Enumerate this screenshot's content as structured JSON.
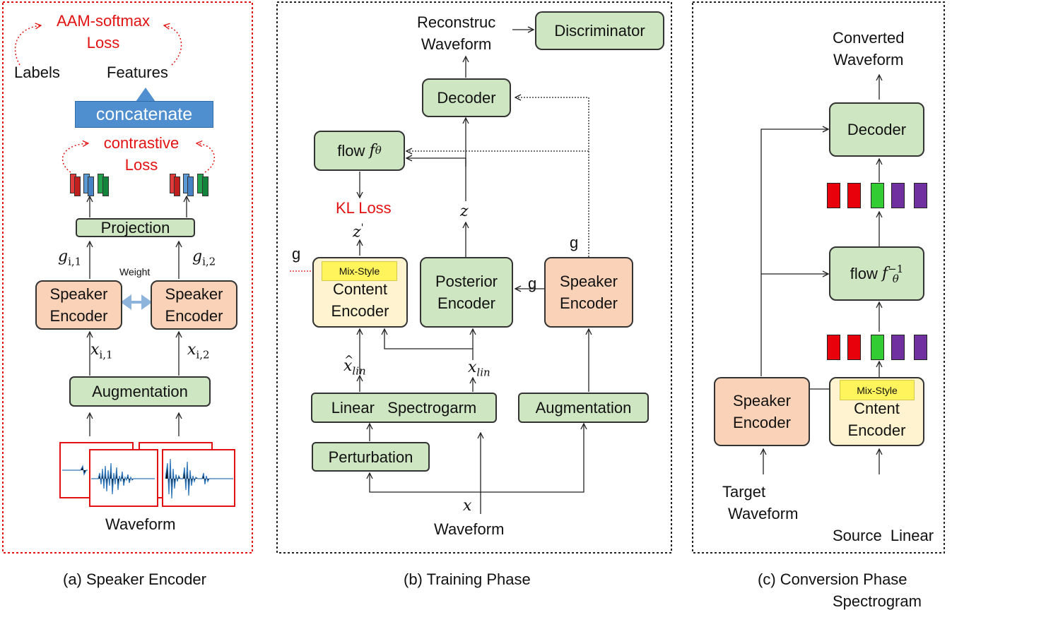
{
  "panel_a": {
    "aam_line1": "AAM-softmax",
    "aam_line2": "Loss",
    "labels": "Labels",
    "features": "Features",
    "concatenate": "concatenate",
    "contrastive_line1": "contrastive",
    "contrastive_line2": "Loss",
    "projection": "Projection",
    "g1": "g",
    "g1_sub": "i,1",
    "g2": "g",
    "g2_sub": "i,2",
    "weight": "Weight",
    "speaker_encoder_line1": "Speaker",
    "speaker_encoder_line2": "Encoder",
    "x1": "x",
    "x1_sub": "i,1",
    "x2": "x",
    "x2_sub": "i,2",
    "augmentation": "Augmentation",
    "waveform": "Waveform",
    "caption": "(a) Speaker Encoder"
  },
  "panel_b": {
    "reconstruc_line1": "Reconstruc",
    "reconstruc_line2": "Waveform",
    "discriminator": "Discriminator",
    "decoder": "Decoder",
    "flow": "flow",
    "flow_f": "f",
    "flow_sub": "θ",
    "kl_loss": "KL Loss",
    "z_prime": "z",
    "z": "z",
    "g_left": "g",
    "g_mid": "g",
    "g_top": "g",
    "mix_style": "Mix-Style",
    "content_line1": "Content",
    "content_line2": "Encoder",
    "posterior_line1": "Posterior",
    "posterior_line2": "Encoder",
    "speaker_line1": "Speaker",
    "speaker_line2": "Encoder",
    "x_hat": "x",
    "x_hat_sub": "lin",
    "x_lin": "x",
    "x_lin_sub": "lin",
    "linear_spec": "Linear   Spectrogarm",
    "augmentation": "Augmentation",
    "perturbation": "Perturbation",
    "x": "x",
    "waveform": "Waveform",
    "caption": "(b) Training Phase"
  },
  "panel_c": {
    "converted_line1": "Converted",
    "converted_line2": "Waveform",
    "decoder": "Decoder",
    "flow": "flow",
    "flow_f": "f",
    "flow_sup": "−1",
    "flow_sub": "θ",
    "speaker_line1": "Speaker",
    "speaker_line2": "Encoder",
    "mix_style": "Mix-Style",
    "content_line1": "Cntent",
    "content_line2": "Encoder",
    "target_line1": "Target",
    "target_line2": "Waveform",
    "source_line1": "Source  Linear",
    "source_line2": "Spectrogram",
    "caption": "(c) Conversion Phase"
  },
  "colors": {
    "green_box": "#cfe6c3",
    "orange_box": "#fad2b8",
    "cream_box": "#fff3d0",
    "mix_style": "#fff45c",
    "loss_text": "#e31212",
    "concat_arrow": "#4f8fd0",
    "token_red": "#e8000b",
    "token_green": "#33cc33",
    "token_purple": "#7030a0",
    "token_blue": "#5b9bd5"
  }
}
